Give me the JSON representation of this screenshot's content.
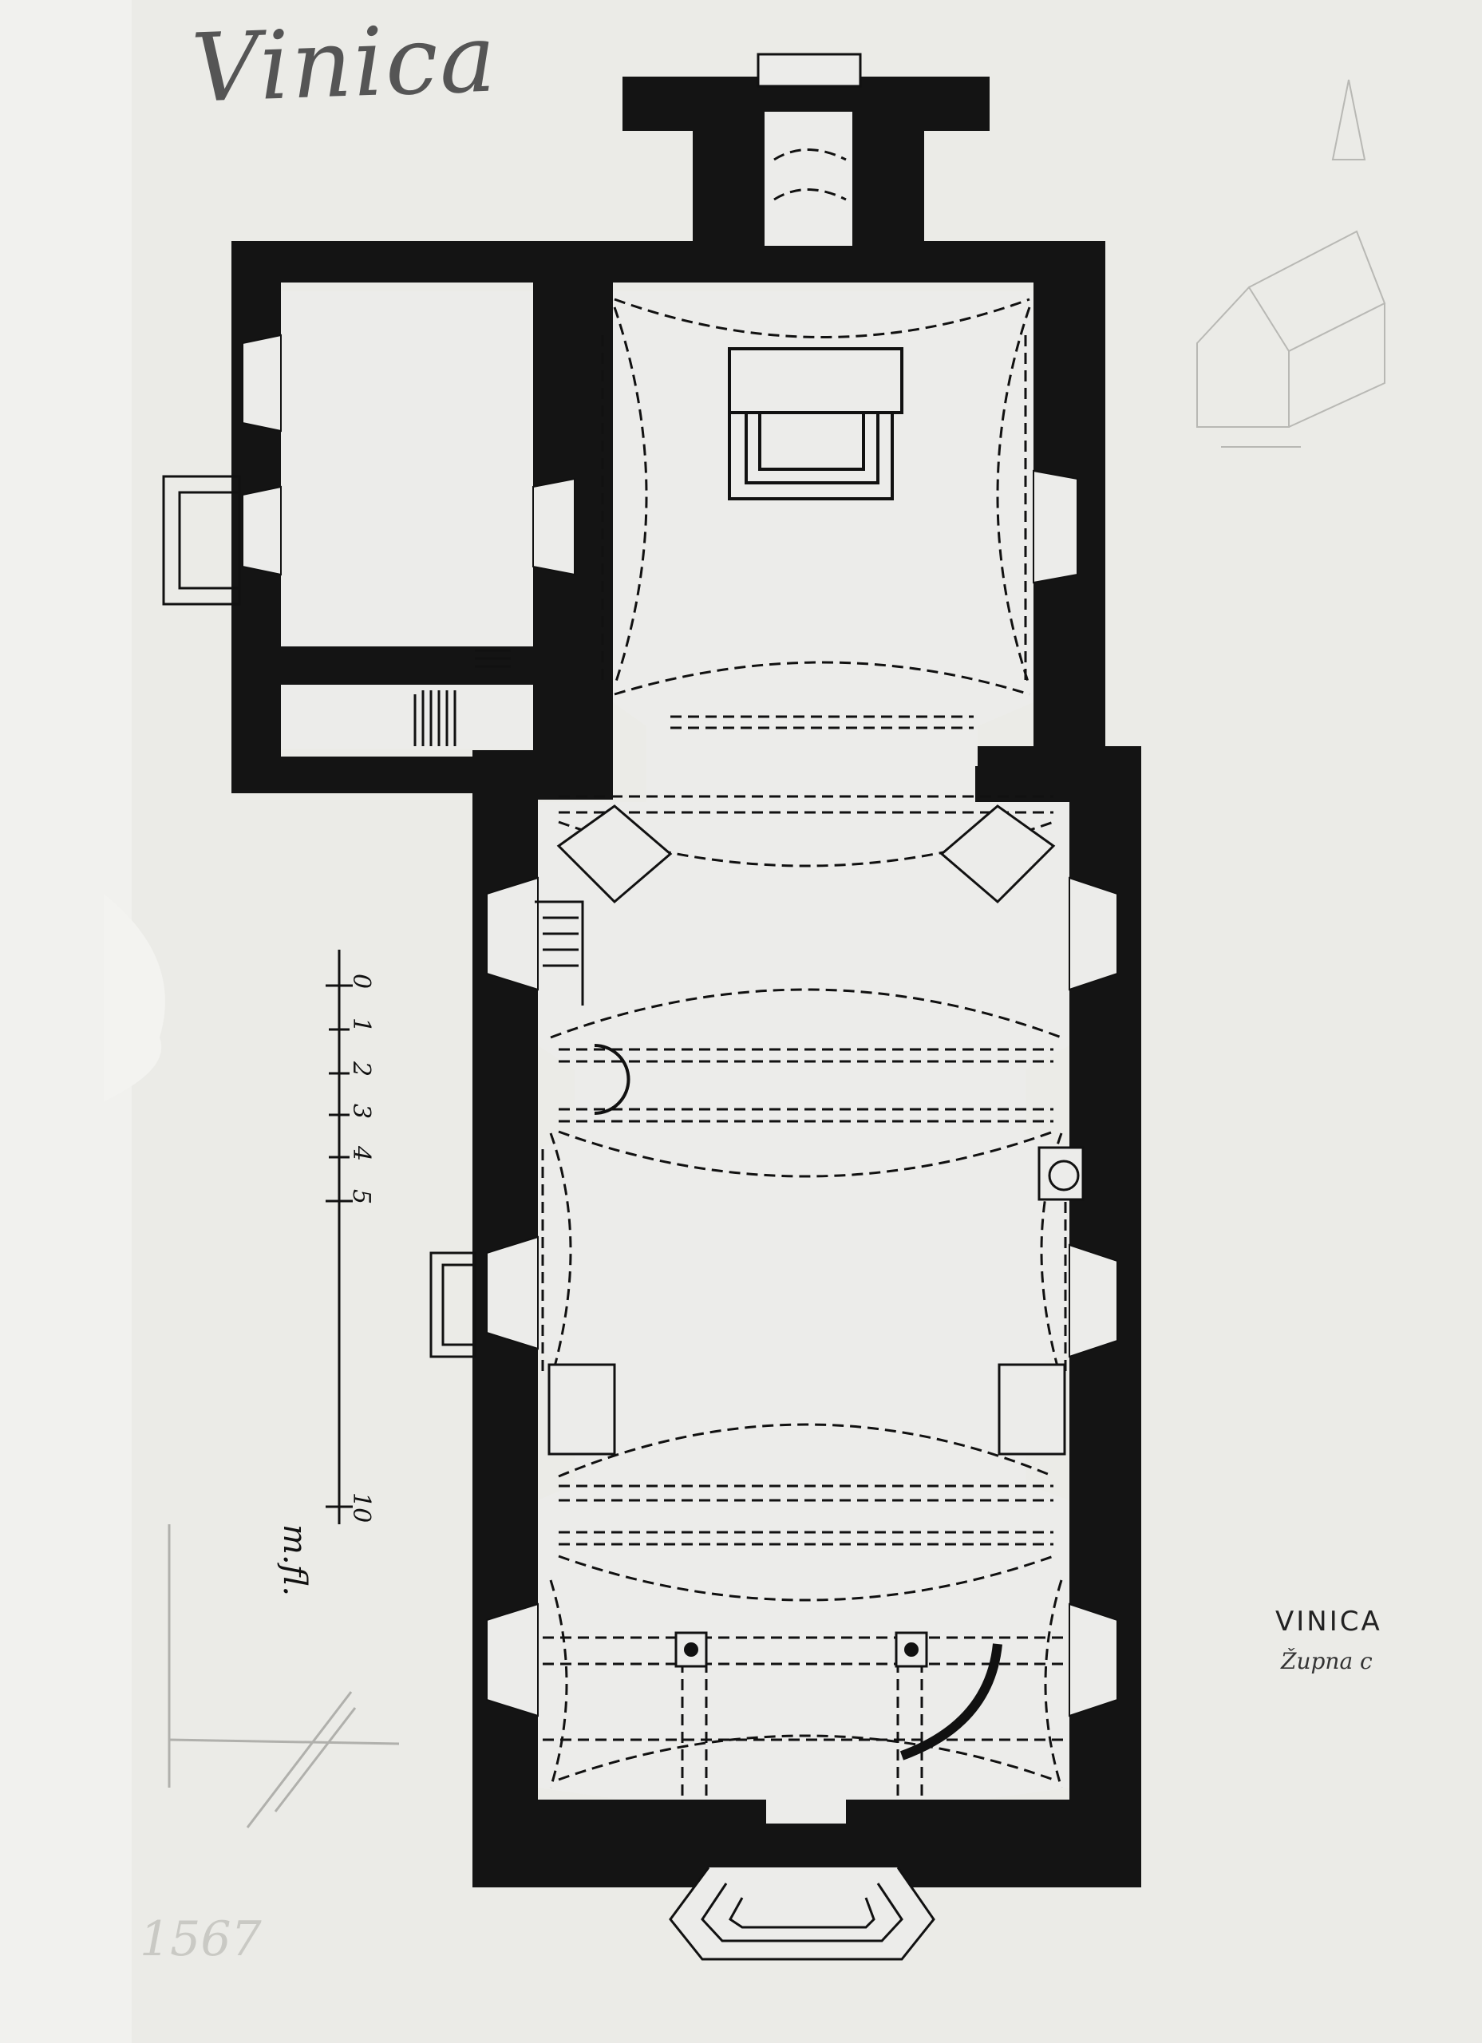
{
  "sheet": {
    "handwritten_title": "Vinica",
    "caption_title": "VINICA",
    "caption_subtitle": "Župna c",
    "archive_number": "1567"
  },
  "scale_bar": {
    "labels": [
      "0",
      "1",
      "2",
      "3",
      "4",
      "5",
      "10"
    ],
    "unit": "m.fl."
  },
  "colors": {
    "paper": "#e9e9e5",
    "wall": "#141414",
    "floor": "#ececea",
    "line": "#111111"
  }
}
